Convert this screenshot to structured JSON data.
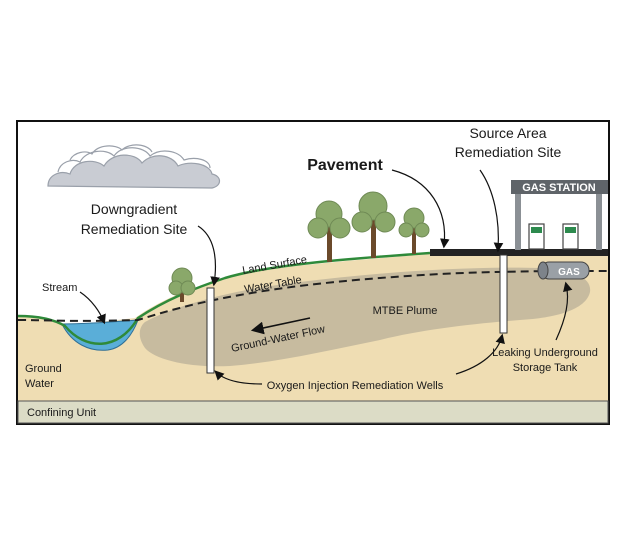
{
  "labels": {
    "source_area_line1": "Source Area",
    "source_area_line2": "Remediation Site",
    "pavement": "Pavement",
    "gas_station": "GAS STATION",
    "downgradient_line1": "Downgradient",
    "downgradient_line2": "Remediation Site",
    "land_surface": "Land Surface",
    "water_table": "Water Table",
    "stream": "Stream",
    "mtbe_plume": "MTBE Plume",
    "gas_tank": "GAS",
    "ground_water_flow": "Ground-Water Flow",
    "ground_line1": "Ground",
    "ground_line2": "Water",
    "leaking_line1": "Leaking Underground",
    "leaking_line2": "Storage Tank",
    "oxygen_wells": "Oxygen Injection Remediation Wells",
    "confining_unit": "Confining Unit"
  },
  "colors": {
    "sky": "#ffffff",
    "soil": "#efddb3",
    "plume": "#c7bb9f",
    "confining": "#dcdcc6",
    "stream": "#5aaed8",
    "grass_line": "#2f8a3a",
    "tree": "#8aa86a",
    "trunk": "#6b4a2b",
    "cloud": "#c9ccd3",
    "pavement": "#222222",
    "station": "#8b9095"
  }
}
